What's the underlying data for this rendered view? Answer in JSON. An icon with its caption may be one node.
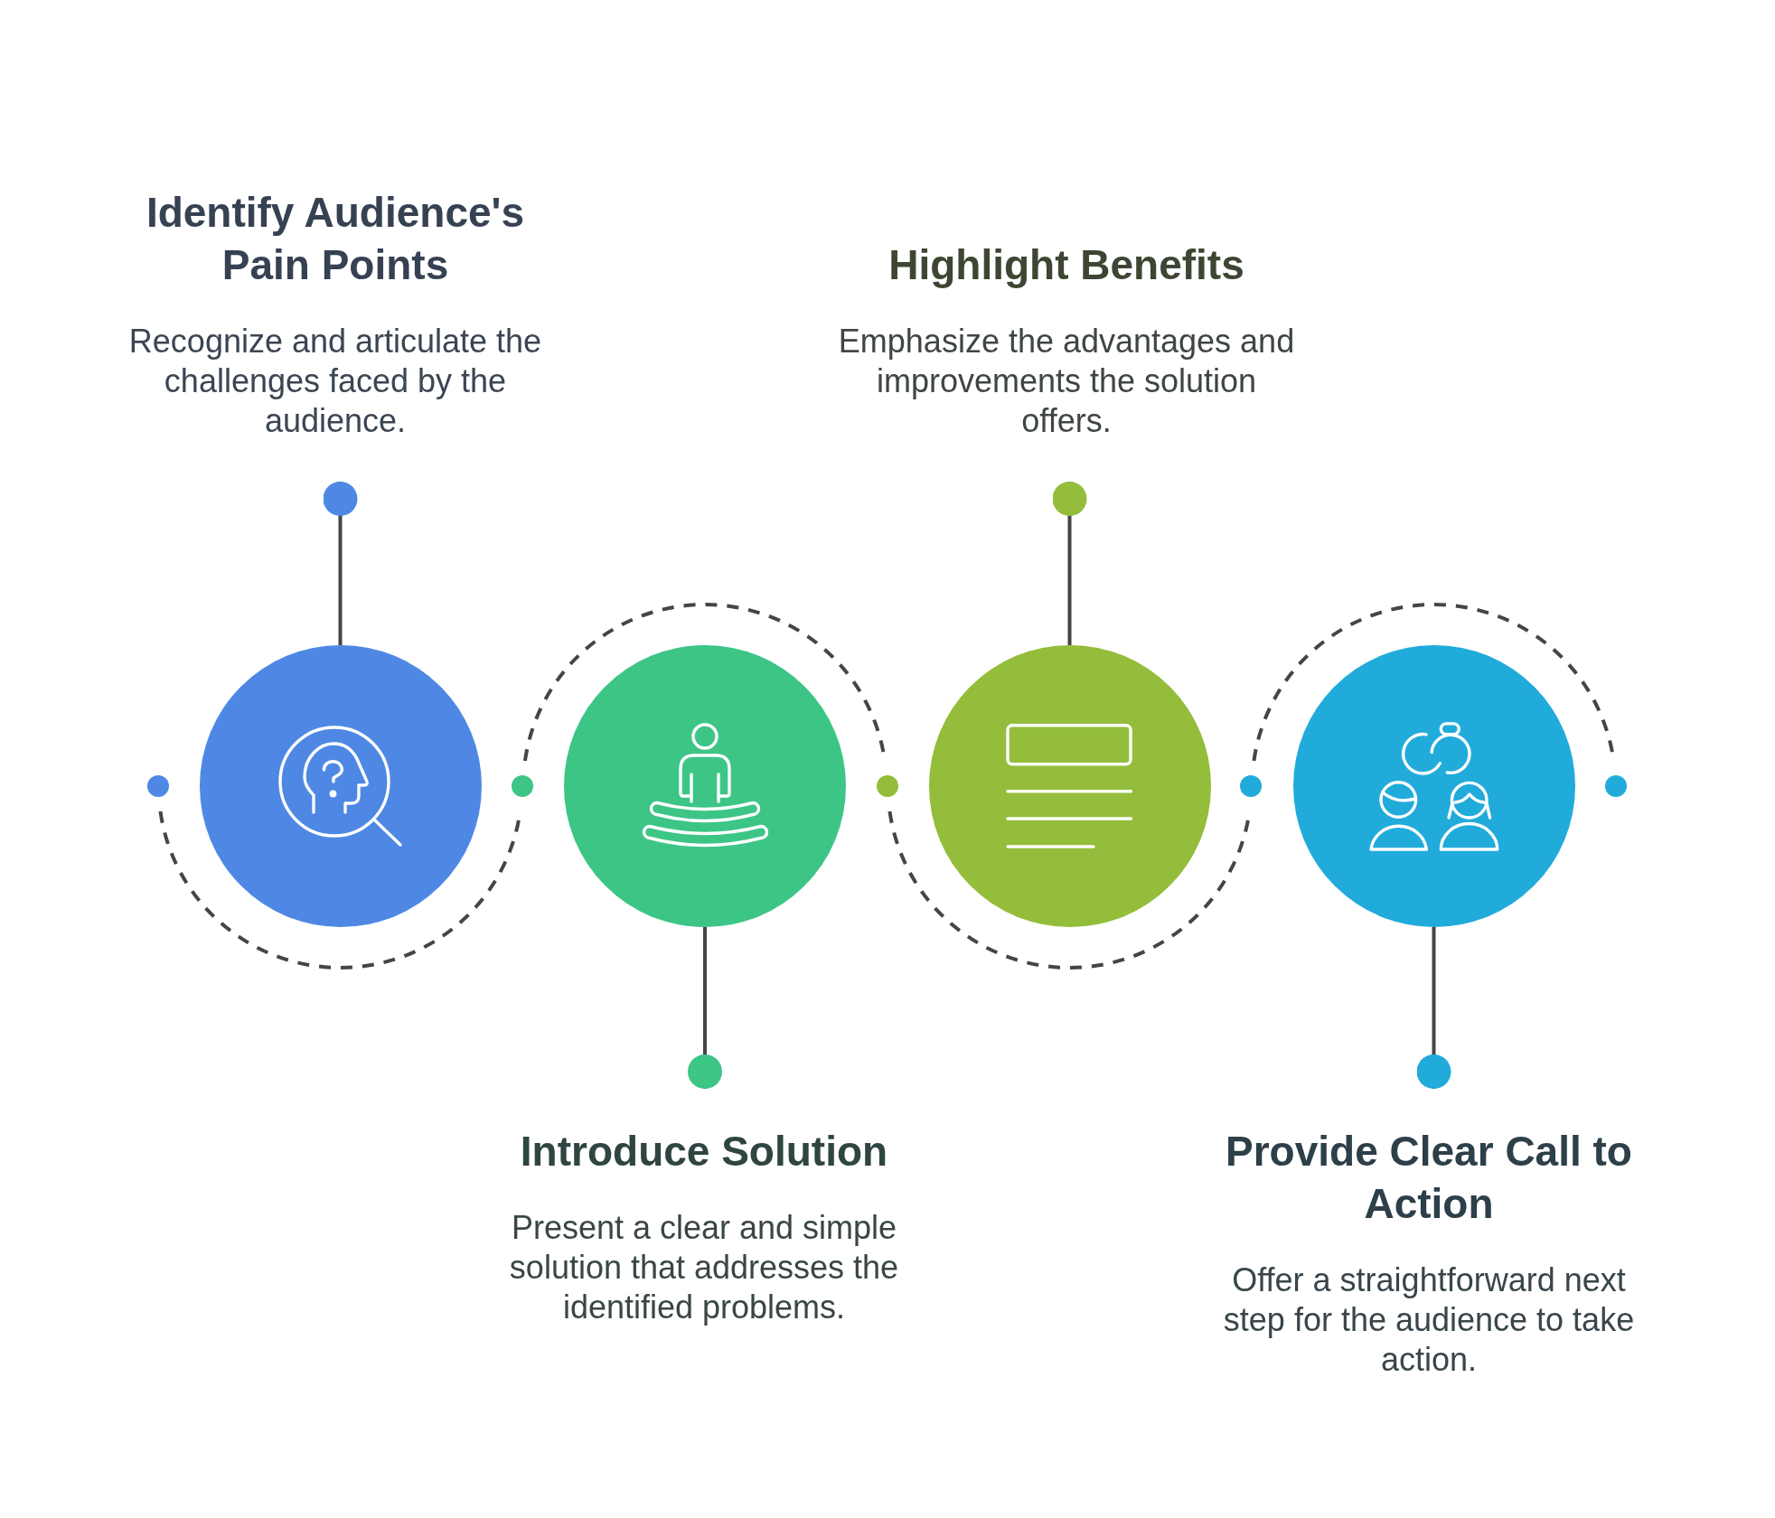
{
  "diagram": {
    "nodes": [
      {
        "text": [
          "Identify Audience's Pain Points",
          "Recognize and articulate the challenges faced by the audience."
        ]
      },
      {
        "text": [
          "Highlight Benefits",
          "Emphasize the advantages and improvements the solution offers."
        ]
      },
      {
        "text": [],
        "shape": "circle"
      },
      {
        "text": [],
        "shape": "circle"
      },
      {
        "text": [],
        "shape": "circle"
      },
      {
        "text": [],
        "shape": "circle"
      },
      {
        "text": [
          "Introduce Solution",
          "Present a clear and simple solution that addresses the identified problems."
        ]
      },
      {
        "text": [
          "Provide Clear Call to Action",
          "Offer a straightforward next step for the audience to take action."
        ]
      }
    ],
    "edges": [
      {
        "from": 2,
        "to": 0,
        "arrow": "other"
      },
      {
        "from": 3,
        "to": 6,
        "arrow": "other"
      },
      {
        "from": 4,
        "to": 1,
        "arrow": "other"
      },
      {
        "from": 5,
        "to": 7,
        "arrow": "other"
      }
    ]
  }
}
